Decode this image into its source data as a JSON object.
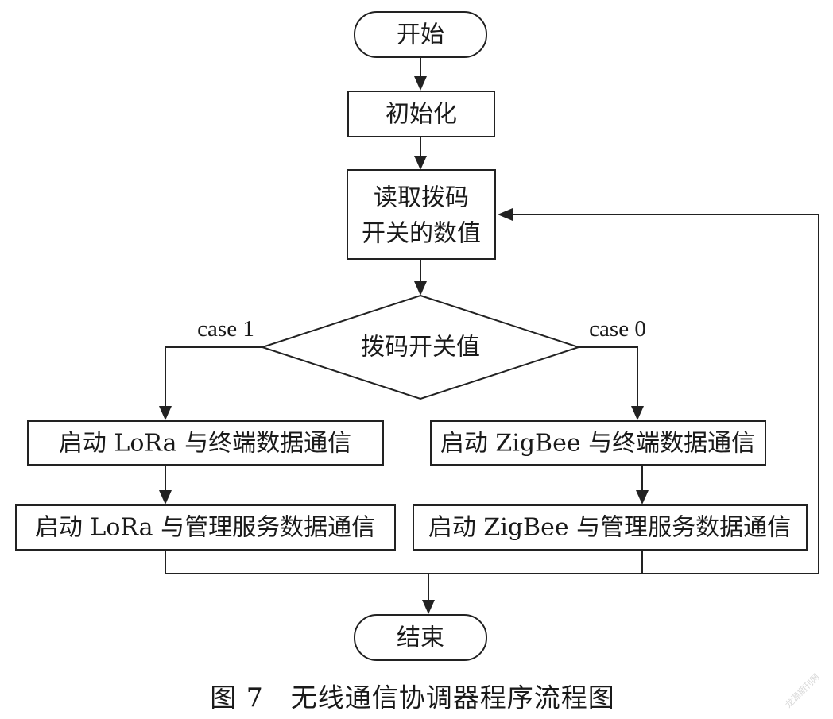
{
  "flowchart": {
    "start": "开始",
    "init": "初始化",
    "read_line1": "读取拨码",
    "read_line2": "开关的数值",
    "decision": "拨码开关值",
    "case_left": "case 1",
    "case_right": "case 0",
    "lora_terminal": "启动 LoRa 与终端数据通信",
    "lora_manage": "启动 LoRa 与管理服务数据通信",
    "zigbee_terminal": "启动 ZigBee 与终端数据通信",
    "zigbee_manage": "启动 ZigBee 与管理服务数据通信",
    "end": "结束"
  },
  "caption": "图 7　无线通信协调器程序流程图",
  "watermark": "龙源期刊网"
}
